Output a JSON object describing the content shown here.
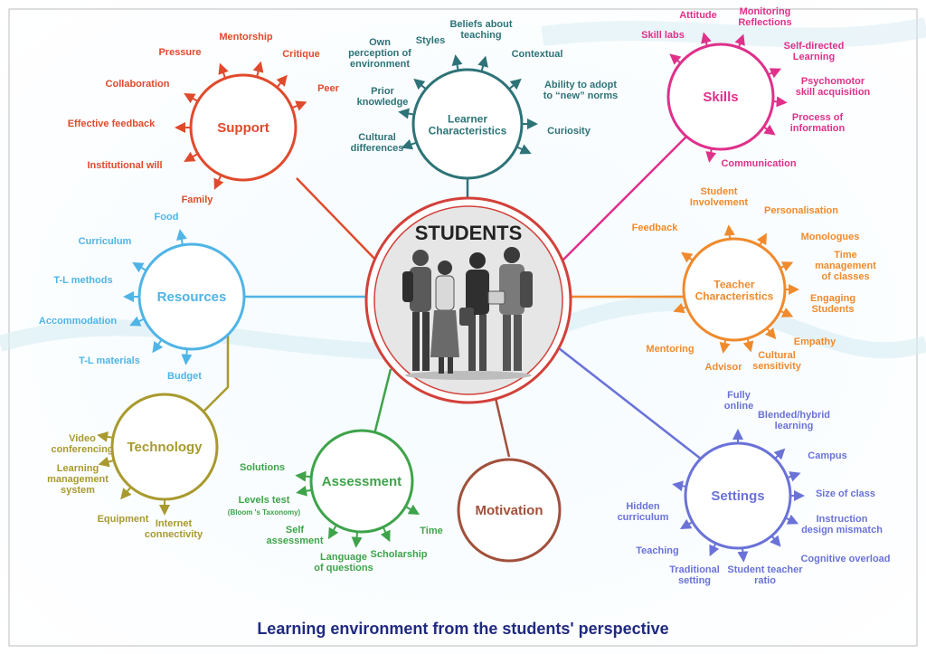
{
  "center": {
    "title": "STUDENTS",
    "illustration": "group of four students with backpacks and books"
  },
  "footer": {
    "caption": "Learning environment from the students' perspective"
  },
  "hubs": {
    "support": {
      "label": "Support",
      "color": "#e04a2c",
      "items": [
        "Mentorship",
        "Critique",
        "Peer",
        "Pressure",
        "Collaboration",
        "Effective feedback",
        "Institutional will",
        "Family"
      ]
    },
    "learner": {
      "label": "Learner Characteristics",
      "color": "#2d7377",
      "items": [
        "Styles",
        "Beliefs about teaching",
        "Contextual",
        "Own perception of environment",
        "Ability to adopt to “new” norms",
        "Prior knowledge",
        "Curiosity",
        "Cultural differences"
      ]
    },
    "skills": {
      "label": "Skills",
      "color": "#e0308a",
      "items": [
        "Attitude",
        "Monitoring Reflections",
        "Skill labs",
        "Self-directed Learning",
        "Psychomotor skill acquisition",
        "Process of information",
        "Communication"
      ]
    },
    "resources": {
      "label": "Resources",
      "color": "#4fb4e6",
      "items": [
        "Food",
        "Curriculum",
        "T-L methods",
        "Accommodation",
        "T-L materials",
        "Budget"
      ]
    },
    "teacher": {
      "label": "Teacher Characteristics",
      "color": "#f08a2c",
      "items": [
        "Student Involvement",
        "Personalisation",
        "Feedback",
        "Monologues",
        "Time management of classes",
        "Engaging Students",
        "Empathy",
        "Mentoring",
        "Advisor",
        "Cultural sensitivity"
      ]
    },
    "technology": {
      "label": "Technology",
      "color": "#a89a2e",
      "items": [
        "Video conferencing",
        "Learning management system",
        "Equipment",
        "Internet connectivity"
      ]
    },
    "assessment": {
      "label": "Assessment",
      "color": "#3ea34a",
      "items": [
        "Solutions",
        "Levels test",
        "(Bloom 's Taxonomy)",
        "Self assessment",
        "Language of questions",
        "Scholarship",
        "Time"
      ]
    },
    "motivation": {
      "label": "Motivation",
      "color": "#a1503c",
      "items": []
    },
    "settings": {
      "label": "Settings",
      "color": "#6a72d8",
      "items": [
        "Fully online",
        "Blended/hybrid learning",
        "Campus",
        "Size of class",
        "Hidden curriculum",
        "Instruction design mismatch",
        "Teaching",
        "Cognitive overload",
        "Traditional setting",
        "Student teacher ratio"
      ]
    }
  },
  "colors": {
    "footer_text": "#1f2a80",
    "center_ring": "#d2413a",
    "center_fill": "#e6e6e6",
    "title_text": "#222222"
  }
}
